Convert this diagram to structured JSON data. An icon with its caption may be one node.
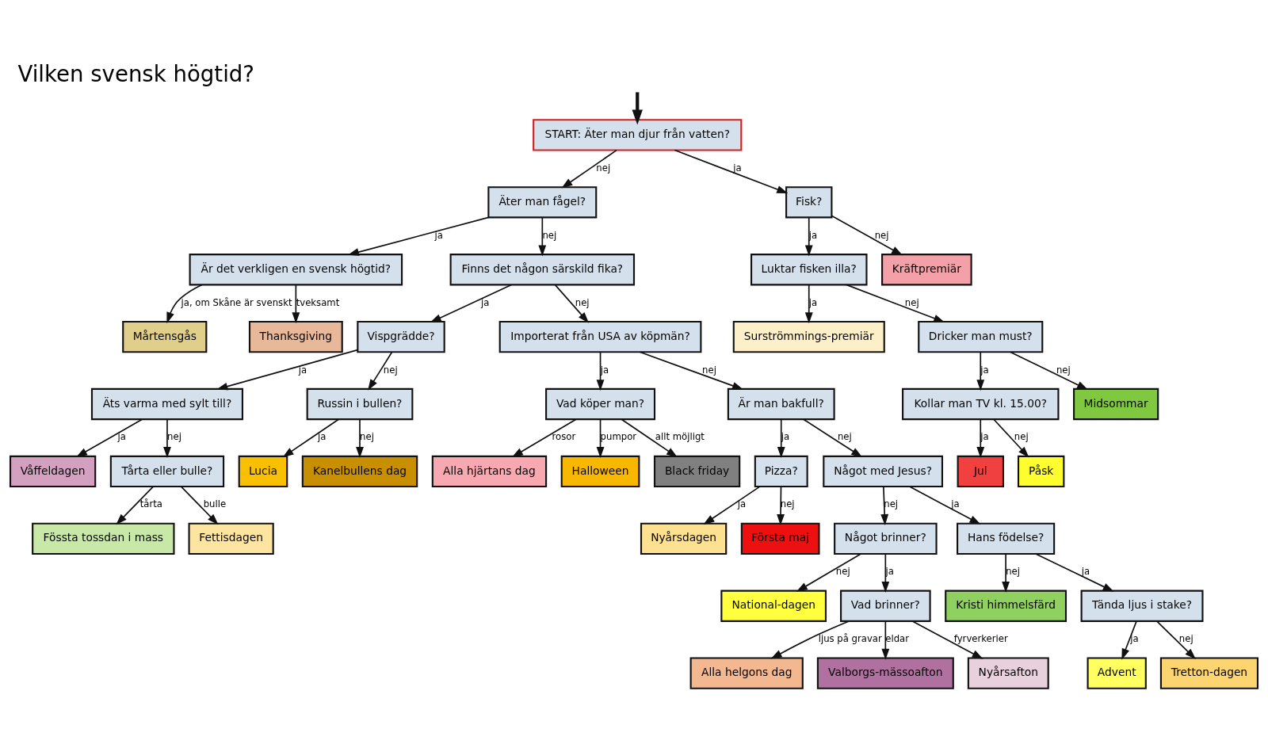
{
  "diagram": {
    "title": "Vilken svensk högtid?",
    "nodes": [
      {
        "text": [
          "START: Äter man djur från vatten?"
        ]
      },
      {
        "text": [
          "Äter man fågel?"
        ]
      },
      {
        "text": [
          "Fisk?"
        ]
      },
      {
        "text": [
          "Är det verkligen en svensk högtid?"
        ]
      },
      {
        "text": [
          "Mårtensgås"
        ]
      },
      {
        "text": [
          "Thanksgiving"
        ]
      },
      {
        "text": [
          "Finns det någon särskild fika?"
        ]
      },
      {
        "text": [
          "Luktar fisken illa?"
        ]
      },
      {
        "text": [
          "Kräftpremiär"
        ]
      },
      {
        "text": [
          "Surströmmings-premiär"
        ]
      },
      {
        "text": [
          "Dricker man must?"
        ]
      },
      {
        "text": [
          "Kollar man TV kl. 15.00?"
        ]
      },
      {
        "text": [
          "Jul"
        ]
      },
      {
        "text": [
          "Påsk"
        ]
      },
      {
        "text": [
          "Midsommar"
        ]
      },
      {
        "text": [
          "Vispgrädde?"
        ]
      },
      {
        "text": [
          "Äts varma med sylt till?"
        ]
      },
      {
        "text": [
          "Våffeldagen"
        ]
      },
      {
        "text": [
          "Tårta eller bulle?"
        ]
      },
      {
        "text": [
          "Fössta tossdan i mass"
        ]
      },
      {
        "text": [
          "Fettisdagen"
        ]
      },
      {
        "text": [
          "Russin i bullen?"
        ]
      },
      {
        "text": [
          "Lucia"
        ]
      },
      {
        "text": [
          "Kanelbullens dag"
        ]
      },
      {
        "text": [
          "Importerat från USA av köpmän?"
        ]
      },
      {
        "text": [
          "Vad köper man?"
        ]
      },
      {
        "text": [
          "Alla hjärtans dag"
        ]
      },
      {
        "text": [
          "Halloween"
        ]
      },
      {
        "text": [
          "Black friday"
        ]
      },
      {
        "text": [
          "Är man bakfull?"
        ]
      },
      {
        "text": [
          "Pizza?"
        ]
      },
      {
        "text": [
          "Nyårsdagen"
        ]
      },
      {
        "text": [
          "Första maj"
        ]
      },
      {
        "text": [
          "Något med Jesus?"
        ]
      },
      {
        "text": [
          "Något brinner?"
        ]
      },
      {
        "text": [
          "National-dagen"
        ]
      },
      {
        "text": [
          "Hans födelse?"
        ]
      },
      {
        "text": [
          "Kristi himmelsfärd"
        ]
      },
      {
        "text": [
          "Vad brinner?"
        ]
      },
      {
        "text": [
          "Alla helgons dag"
        ]
      },
      {
        "text": [
          "Valborgs-mässoafton"
        ]
      },
      {
        "text": [
          "Nyårsafton"
        ]
      },
      {
        "text": [
          "Tända ljus i stake?"
        ]
      },
      {
        "text": [
          "Advent"
        ]
      },
      {
        "text": [
          "Tretton-dagen"
        ]
      }
    ],
    "edges": [
      {
        "from": null,
        "to": 0,
        "arrow": "to",
        "style": "thick"
      },
      {
        "from": 0,
        "to": 1,
        "arrow": "to",
        "label": "nej"
      },
      {
        "from": 0,
        "to": 2,
        "arrow": "to",
        "label": "ja"
      },
      {
        "from": 1,
        "to": 3,
        "arrow": "to",
        "label": "ja"
      },
      {
        "from": 3,
        "to": 4,
        "arrow": "to",
        "label": "ja, om Skåne är svenskt"
      },
      {
        "from": 3,
        "to": 5,
        "arrow": "to",
        "label": "tveksamt"
      },
      {
        "from": 1,
        "to": 6,
        "arrow": "to",
        "label": "nej"
      },
      {
        "from": 2,
        "to": 7,
        "arrow": "to",
        "label": "ja"
      },
      {
        "from": 2,
        "to": 8,
        "arrow": "to",
        "label": "nej"
      },
      {
        "from": 7,
        "to": 9,
        "arrow": "to",
        "label": "ja"
      },
      {
        "from": 7,
        "to": 10,
        "arrow": "to",
        "label": "nej"
      },
      {
        "from": 10,
        "to": 11,
        "arrow": "to",
        "label": "ja"
      },
      {
        "from": 10,
        "to": 14,
        "arrow": "to",
        "label": "nej"
      },
      {
        "from": 11,
        "to": 12,
        "arrow": "to",
        "label": "ja"
      },
      {
        "from": 11,
        "to": 13,
        "arrow": "to",
        "label": "nej"
      },
      {
        "from": 6,
        "to": 15,
        "arrow": "to",
        "label": "ja"
      },
      {
        "from": 6,
        "to": 24,
        "arrow": "to",
        "label": "nej"
      },
      {
        "from": 15,
        "to": 16,
        "arrow": "to",
        "label": "ja"
      },
      {
        "from": 15,
        "to": 21,
        "arrow": "to",
        "label": "nej"
      },
      {
        "from": 16,
        "to": 17,
        "arrow": "to",
        "label": "ja"
      },
      {
        "from": 16,
        "to": 18,
        "arrow": "to",
        "label": "nej"
      },
      {
        "from": 18,
        "to": 19,
        "arrow": "to",
        "label": "tårta"
      },
      {
        "from": 18,
        "to": 20,
        "arrow": "to",
        "label": "bulle"
      },
      {
        "from": 21,
        "to": 22,
        "arrow": "to",
        "label": "ja"
      },
      {
        "from": 21,
        "to": 23,
        "arrow": "to",
        "label": "nej"
      },
      {
        "from": 24,
        "to": 25,
        "arrow": "to",
        "label": "ja"
      },
      {
        "from": 24,
        "to": 29,
        "arrow": "to",
        "label": "nej"
      },
      {
        "from": 25,
        "to": 26,
        "arrow": "to",
        "label": "rosor"
      },
      {
        "from": 25,
        "to": 27,
        "arrow": "to",
        "label": "pumpor"
      },
      {
        "from": 25,
        "to": 28,
        "arrow": "to",
        "label": "allt möjligt"
      },
      {
        "from": 29,
        "to": 33,
        "arrow": "to",
        "label": "nej"
      },
      {
        "from": 29,
        "to": 30,
        "arrow": "to",
        "label": "ja"
      },
      {
        "from": 30,
        "to": 31,
        "arrow": "to",
        "label": "ja"
      },
      {
        "from": 30,
        "to": 32,
        "arrow": "to",
        "label": "nej"
      },
      {
        "from": 33,
        "to": 34,
        "arrow": "to",
        "label": "nej"
      },
      {
        "from": 33,
        "to": 36,
        "arrow": "to",
        "label": "ja"
      },
      {
        "from": 34,
        "to": 35,
        "arrow": "to",
        "label": "nej"
      },
      {
        "from": 34,
        "to": 38,
        "arrow": "to",
        "label": "ja"
      },
      {
        "from": 36,
        "to": 37,
        "arrow": "to",
        "label": "nej"
      },
      {
        "from": 36,
        "to": 42,
        "arrow": "to",
        "label": "ja"
      },
      {
        "from": 38,
        "to": 39,
        "arrow": "to",
        "label": "ljus på gravar"
      },
      {
        "from": 38,
        "to": 40,
        "arrow": "to",
        "label": "eldar"
      },
      {
        "from": 38,
        "to": 41,
        "arrow": "to",
        "label": "fyrverkerier"
      },
      {
        "from": 42,
        "to": 43,
        "arrow": "to",
        "label": "ja"
      },
      {
        "from": 42,
        "to": 44,
        "arrow": "to",
        "label": "nej"
      }
    ]
  }
}
